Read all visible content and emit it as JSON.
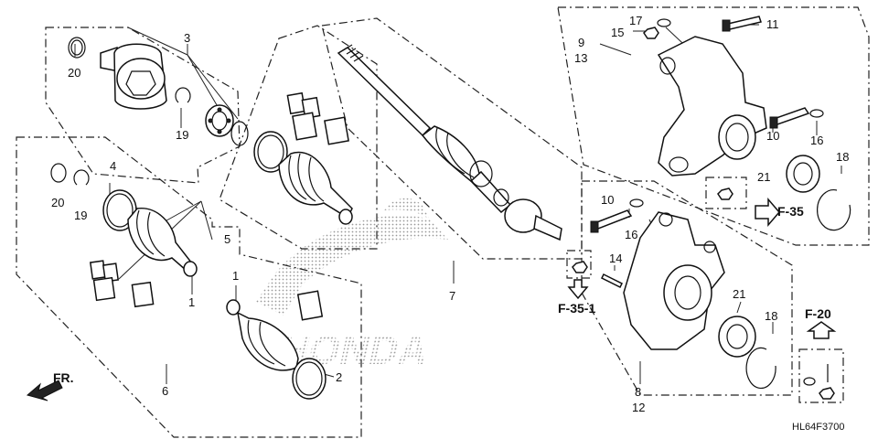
{
  "diagram": {
    "code": "HL64F3700",
    "direction_label": "FR.",
    "refs": {
      "f35": "F-35",
      "f351": "F-35-1",
      "f20": "F-20"
    },
    "watermark": "HONDA",
    "callouts": {
      "c1a": "1",
      "c1b": "1",
      "c2": "2",
      "c3": "3",
      "c4": "4",
      "c5": "5",
      "c6": "6",
      "c7": "7",
      "c8": "8",
      "c12": "12",
      "c9": "9",
      "c13": "13",
      "c10a": "10",
      "c10b": "10",
      "c11": "11",
      "c14": "14",
      "c15": "15",
      "c16a": "16",
      "c16b": "16",
      "c17": "17",
      "c18a": "18",
      "c18b": "18",
      "c19a": "19",
      "c19b": "19",
      "c20a": "20",
      "c20b": "20",
      "c21a": "21",
      "c21b": "21"
    }
  }
}
